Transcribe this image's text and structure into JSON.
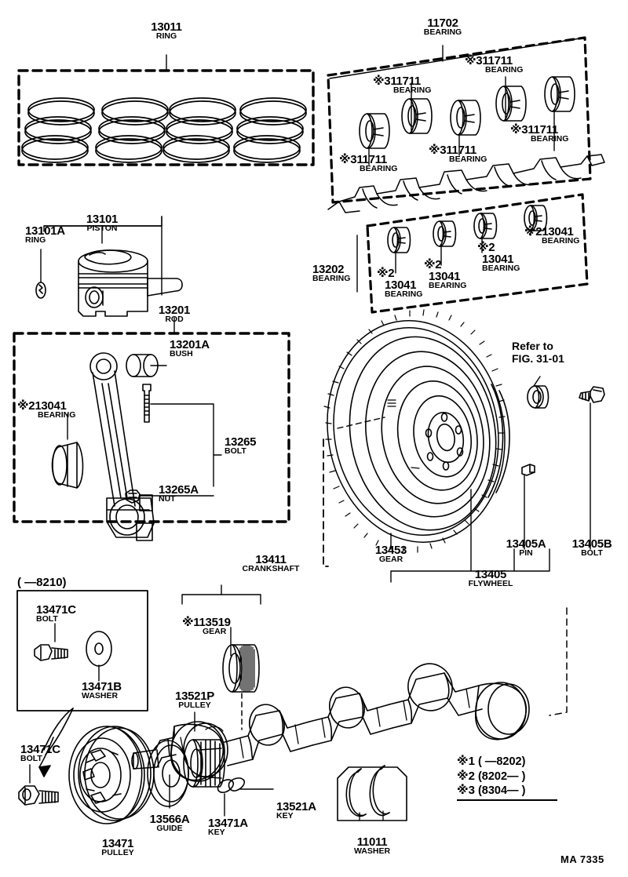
{
  "diagram": {
    "watermark": "MA  7335",
    "refer_note": "Refer to\nFIG. 31-01",
    "refer_line1": "Refer to",
    "refer_line2": "FIG. 31-01",
    "date_range_header": "(     —8210)"
  },
  "legend": {
    "items": [
      {
        "mark": "※1",
        "text": "(        —8202)"
      },
      {
        "mark": "※2",
        "text": "(8202—        )"
      },
      {
        "mark": "※3",
        "text": "(8304—        )"
      }
    ]
  },
  "parts": {
    "ring_set": {
      "num": "13011",
      "name": "RING"
    },
    "piston": {
      "num": "13101",
      "name": "PISTON"
    },
    "piston_ring": {
      "num": "13101A",
      "name": "RING"
    },
    "rod": {
      "num": "13201",
      "name": "ROD"
    },
    "bush": {
      "num": "13201A",
      "name": "BUSH"
    },
    "rod_bearing": {
      "num": "13041",
      "name": "BEARING",
      "mark": "※2"
    },
    "rod_bolt": {
      "num": "13265",
      "name": "BOLT"
    },
    "rod_nut": {
      "num": "13265A",
      "name": "NUT"
    },
    "thrust_kit": {
      "num": "11702",
      "name": "BEARING"
    },
    "main_bearings": [
      {
        "num": "11711",
        "name": "BEARING",
        "mark": "※3"
      },
      {
        "num": "11711",
        "name": "BEARING",
        "mark": "※3"
      },
      {
        "num": "11711",
        "name": "BEARING",
        "mark": "※3"
      },
      {
        "num": "11711",
        "name": "BEARING",
        "mark": "※3"
      },
      {
        "num": "11711",
        "name": "BEARING",
        "mark": "※3"
      }
    ],
    "con_bearing_set": {
      "num": "13202",
      "name": "BEARING"
    },
    "con_bearings": [
      {
        "num": "13041",
        "name": "BEARING",
        "mark": "※2"
      },
      {
        "num": "13041",
        "name": "BEARING",
        "mark": "※2"
      },
      {
        "num": "13041",
        "name": "BEARING",
        "mark": "※2"
      },
      {
        "num": "13041",
        "name": "BEARING",
        "mark": "※2"
      }
    ],
    "ring_gear": {
      "num": "13453",
      "name": "GEAR"
    },
    "flywheel": {
      "num": "13405",
      "name": "FLYWHEEL"
    },
    "flywheel_pin": {
      "num": "13405A",
      "name": "PIN"
    },
    "flywheel_bolt": {
      "num": "13405B",
      "name": "BOLT"
    },
    "crankshaft": {
      "num": "13411",
      "name": "CRANKSHAFT"
    },
    "timing_gear": {
      "num": "13519",
      "name": "GEAR",
      "mark": "※1"
    },
    "pulley_inner": {
      "num": "13521P",
      "name": "PULLEY"
    },
    "pulley_key": {
      "num": "13521A",
      "name": "KEY"
    },
    "guide": {
      "num": "13566A",
      "name": "GUIDE"
    },
    "pulley": {
      "num": "13471",
      "name": "PULLEY"
    },
    "pulley_bolt": {
      "num": "13471C",
      "name": "BOLT"
    },
    "pulley_bolt_b": {
      "num": "13471C",
      "name": "BOLT"
    },
    "washer_b": {
      "num": "13471B",
      "name": "WASHER"
    },
    "crank_key": {
      "num": "13471A",
      "name": "KEY"
    },
    "thrust_washer": {
      "num": "11011",
      "name": "WASHER"
    }
  }
}
